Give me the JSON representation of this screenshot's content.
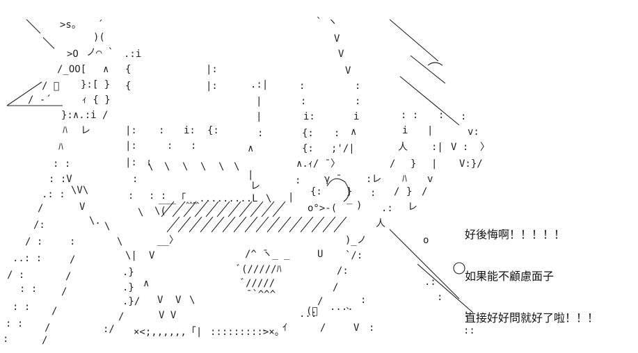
{
  "caption": {
    "line1": "好後悔啊！！！！！",
    "line2": "如果能不顧慮面子",
    "line3": "直接好好問就好了啦！！！"
  },
  "fragments": {
    "top_left_mark": ">s。",
    "bottom_row_left": "×<;,,,,,,「|",
    "bottom_row_mid": ":::::::::>×。",
    "ellipsis": "....",
    "letter_u": "U"
  }
}
